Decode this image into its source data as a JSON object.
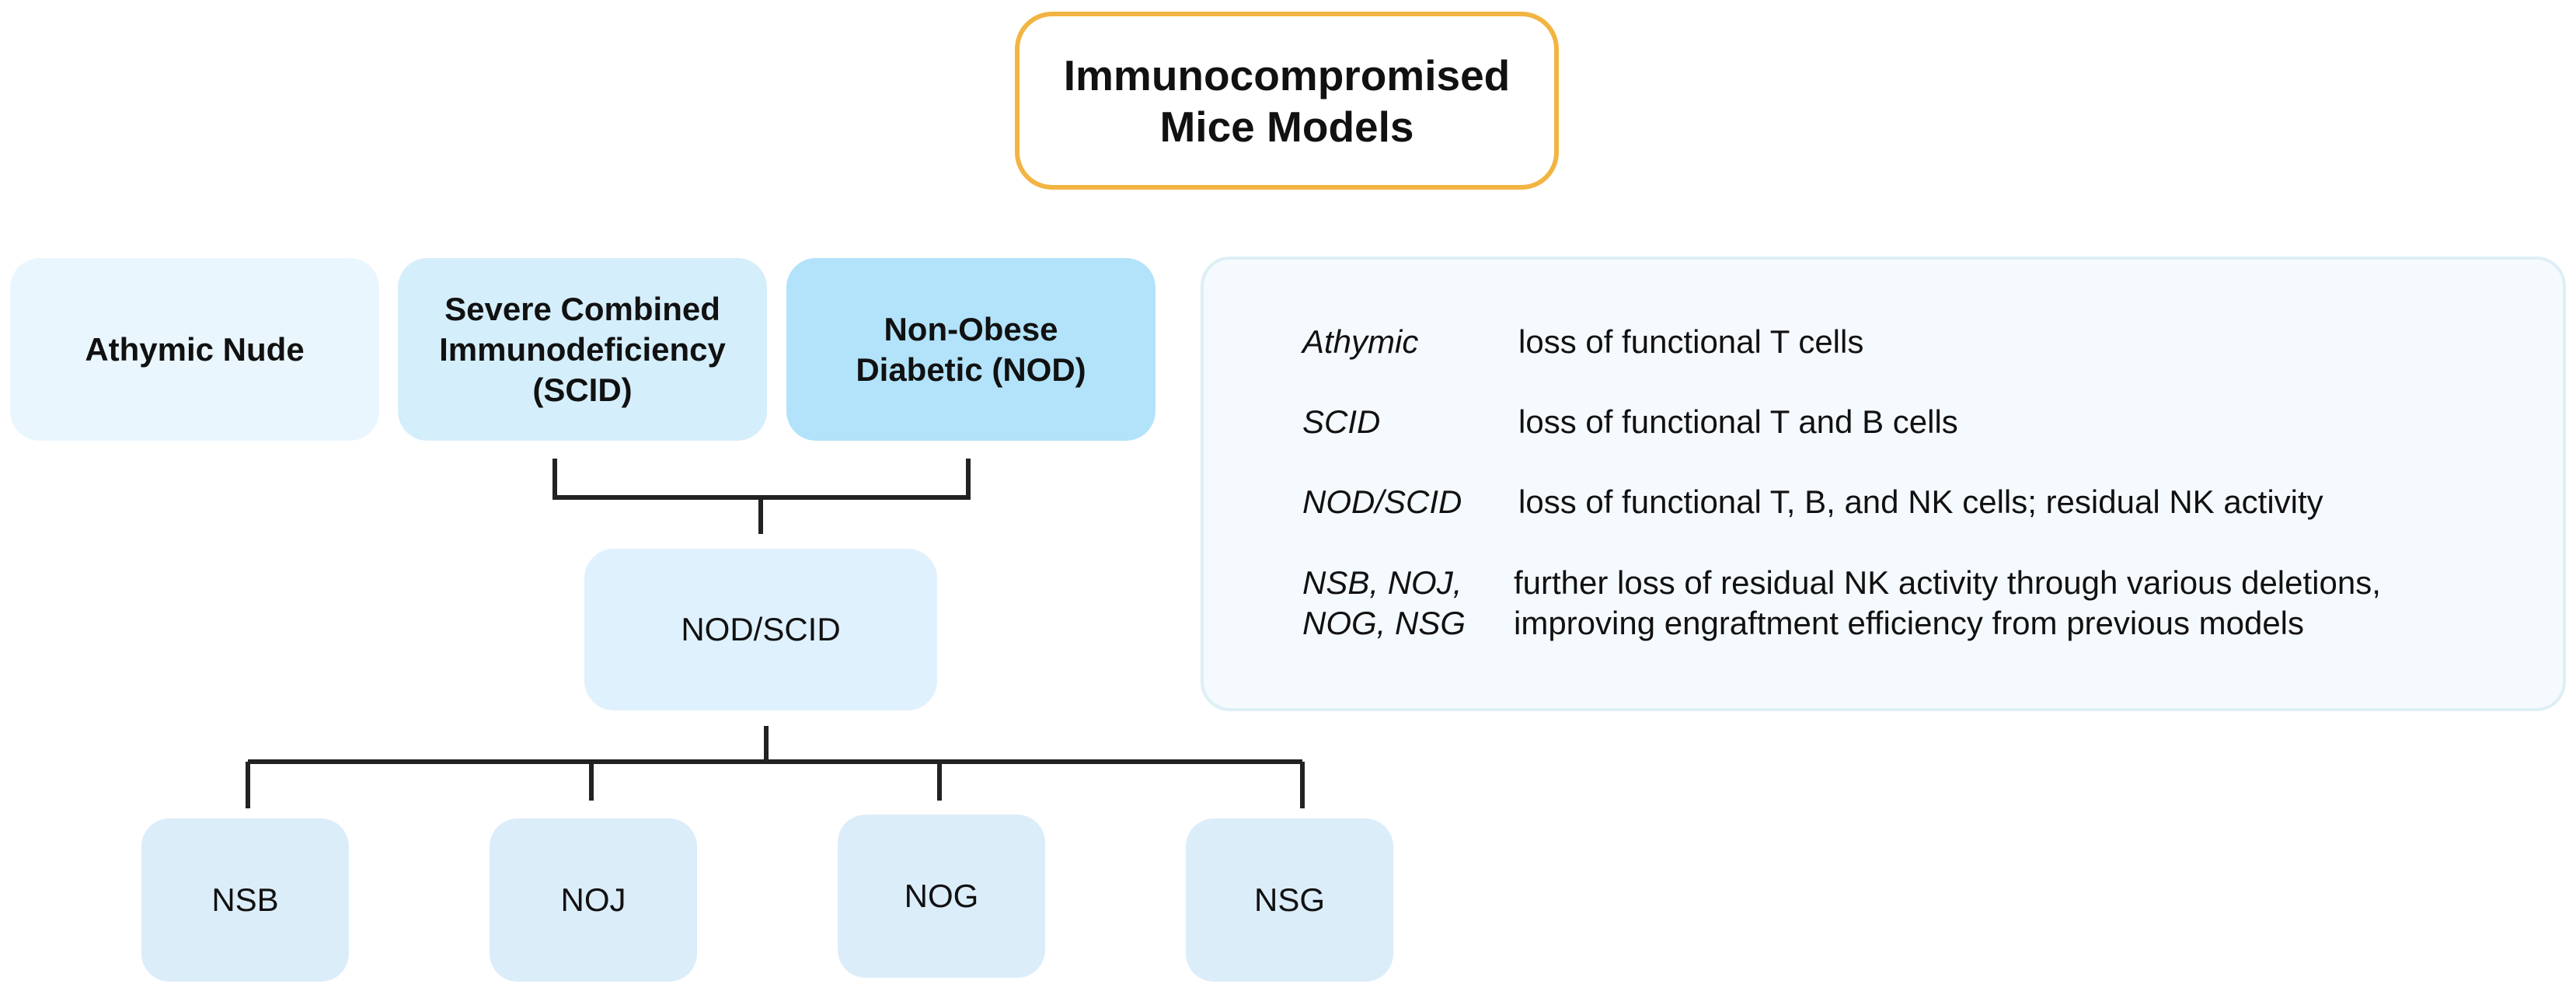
{
  "title": "Immunocompromised\nMice Models",
  "models": [
    {
      "name": "Athymic Nude"
    },
    {
      "name": "Severe Combined\nImmunodeficiency\n(SCID)"
    },
    {
      "name": "Non-Obese\nDiabetic (NOD)"
    }
  ],
  "cross": {
    "name": "NOD/SCID"
  },
  "strains": [
    {
      "name": "NSB"
    },
    {
      "name": "NOJ"
    },
    {
      "name": "NOG"
    },
    {
      "name": "NSG"
    }
  ],
  "legend": [
    {
      "term": "Athymic",
      "desc": "loss of functional T cells"
    },
    {
      "term": "SCID",
      "desc": "loss of functional T and B cells"
    },
    {
      "term": "NOD/SCID",
      "desc": "loss of functional T, B, and NK cells; residual NK activity"
    },
    {
      "term": "NSB, NOJ,\nNOG, NSG",
      "desc": "further loss of residual NK activity through various deletions,\nimproving engraftment efficiency from previous models"
    }
  ],
  "colors": {
    "title_border": "#F2B442",
    "connector": "#222222",
    "athymic_fill": "#EAF6FD",
    "scid_fill": "#D5EEFB",
    "nod_fill": "#B2E3FA",
    "strain_fill": "#DCEDFA",
    "legend_fill": "#F5FAFE"
  }
}
